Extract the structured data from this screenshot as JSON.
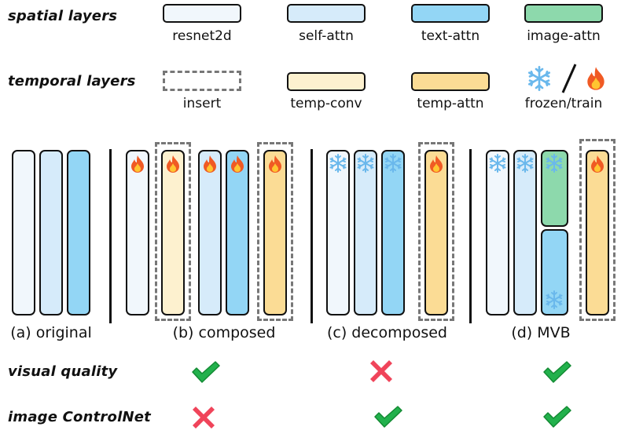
{
  "legend": {
    "spatial_title": "spatial layers",
    "temporal_title": "temporal layers",
    "items": {
      "resnet2d": "resnet2d",
      "self_attn": "self-attn",
      "text_attn": "text-attn",
      "image_attn": "image-attn",
      "insert": "insert",
      "temp_conv": "temp-conv",
      "temp_attn": "temp-attn",
      "frozen_train": "frozen/train"
    }
  },
  "panels": {
    "a": "(a) original",
    "b": "(b) composed",
    "c": "(c) decomposed",
    "d": "(d) MVB"
  },
  "rows": {
    "visual_quality": "visual quality",
    "image_controlnet": "image ControlNet"
  },
  "results": {
    "visual_quality": {
      "b": "check",
      "c": "cross",
      "d": "check"
    },
    "image_controlnet": {
      "b": "cross",
      "c": "check",
      "d": "check"
    }
  },
  "colors": {
    "resnet2d": "#f1f7fc",
    "self_attn": "#d6ebfa",
    "text_attn": "#93d6f5",
    "image_attn": "#8dd9ac",
    "temp_conv": "#fdf1cf",
    "temp_attn": "#fbdc95",
    "check": "#22b14c",
    "cross": "#f0445a",
    "flame": "#f05a24",
    "snowflake": "#6ab8ec"
  },
  "icons": [
    "snowflake-icon",
    "flame-icon",
    "check-icon",
    "cross-icon"
  ]
}
